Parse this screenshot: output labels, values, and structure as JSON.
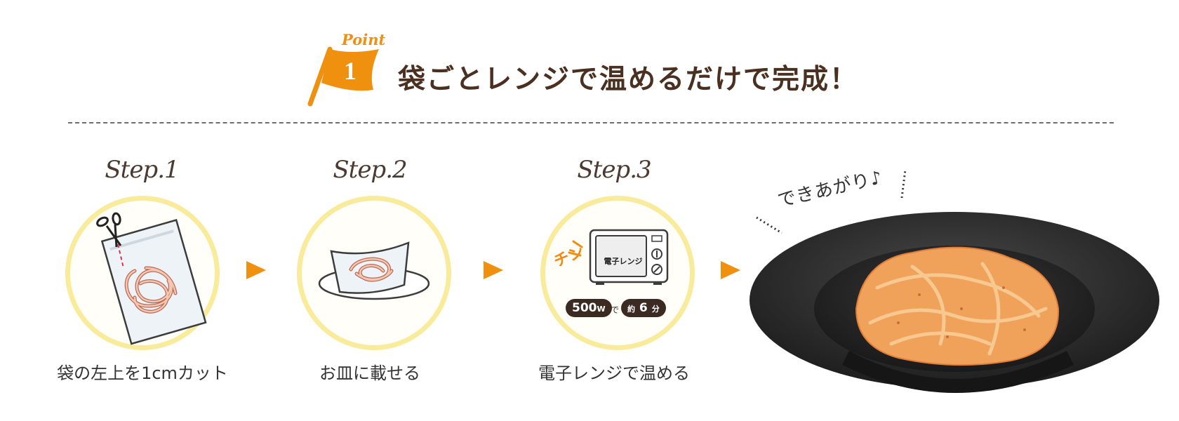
{
  "header": {
    "point_label": "Point",
    "point_number": "1",
    "title": "袋ごとレンジで温めるだけで完成！"
  },
  "steps": [
    {
      "label": "Step.1",
      "caption": "袋の左上を1cmカット",
      "icon": "scissors-bag-icon"
    },
    {
      "label": "Step.2",
      "caption": "お皿に載せる",
      "icon": "plate-bag-icon"
    },
    {
      "label": "Step.3",
      "caption": "電子レンジで温める",
      "icon": "microwave-icon"
    }
  ],
  "microwave": {
    "sound": "チン",
    "display": "電子レンジ",
    "watt_value": "500",
    "watt_unit": "W",
    "connector": "で",
    "time_prefix": "約",
    "time_value": "6",
    "time_unit": "分"
  },
  "finish": {
    "text": "できあがり♪"
  },
  "colors": {
    "accent_orange": "#f0900f",
    "circle_yellow": "#f8ec9c",
    "title_brown": "#4a3020",
    "badge_dark": "#3a2a22",
    "bowl_dark": "#2e2e2e",
    "pasta_orange": "#f0a25a"
  }
}
